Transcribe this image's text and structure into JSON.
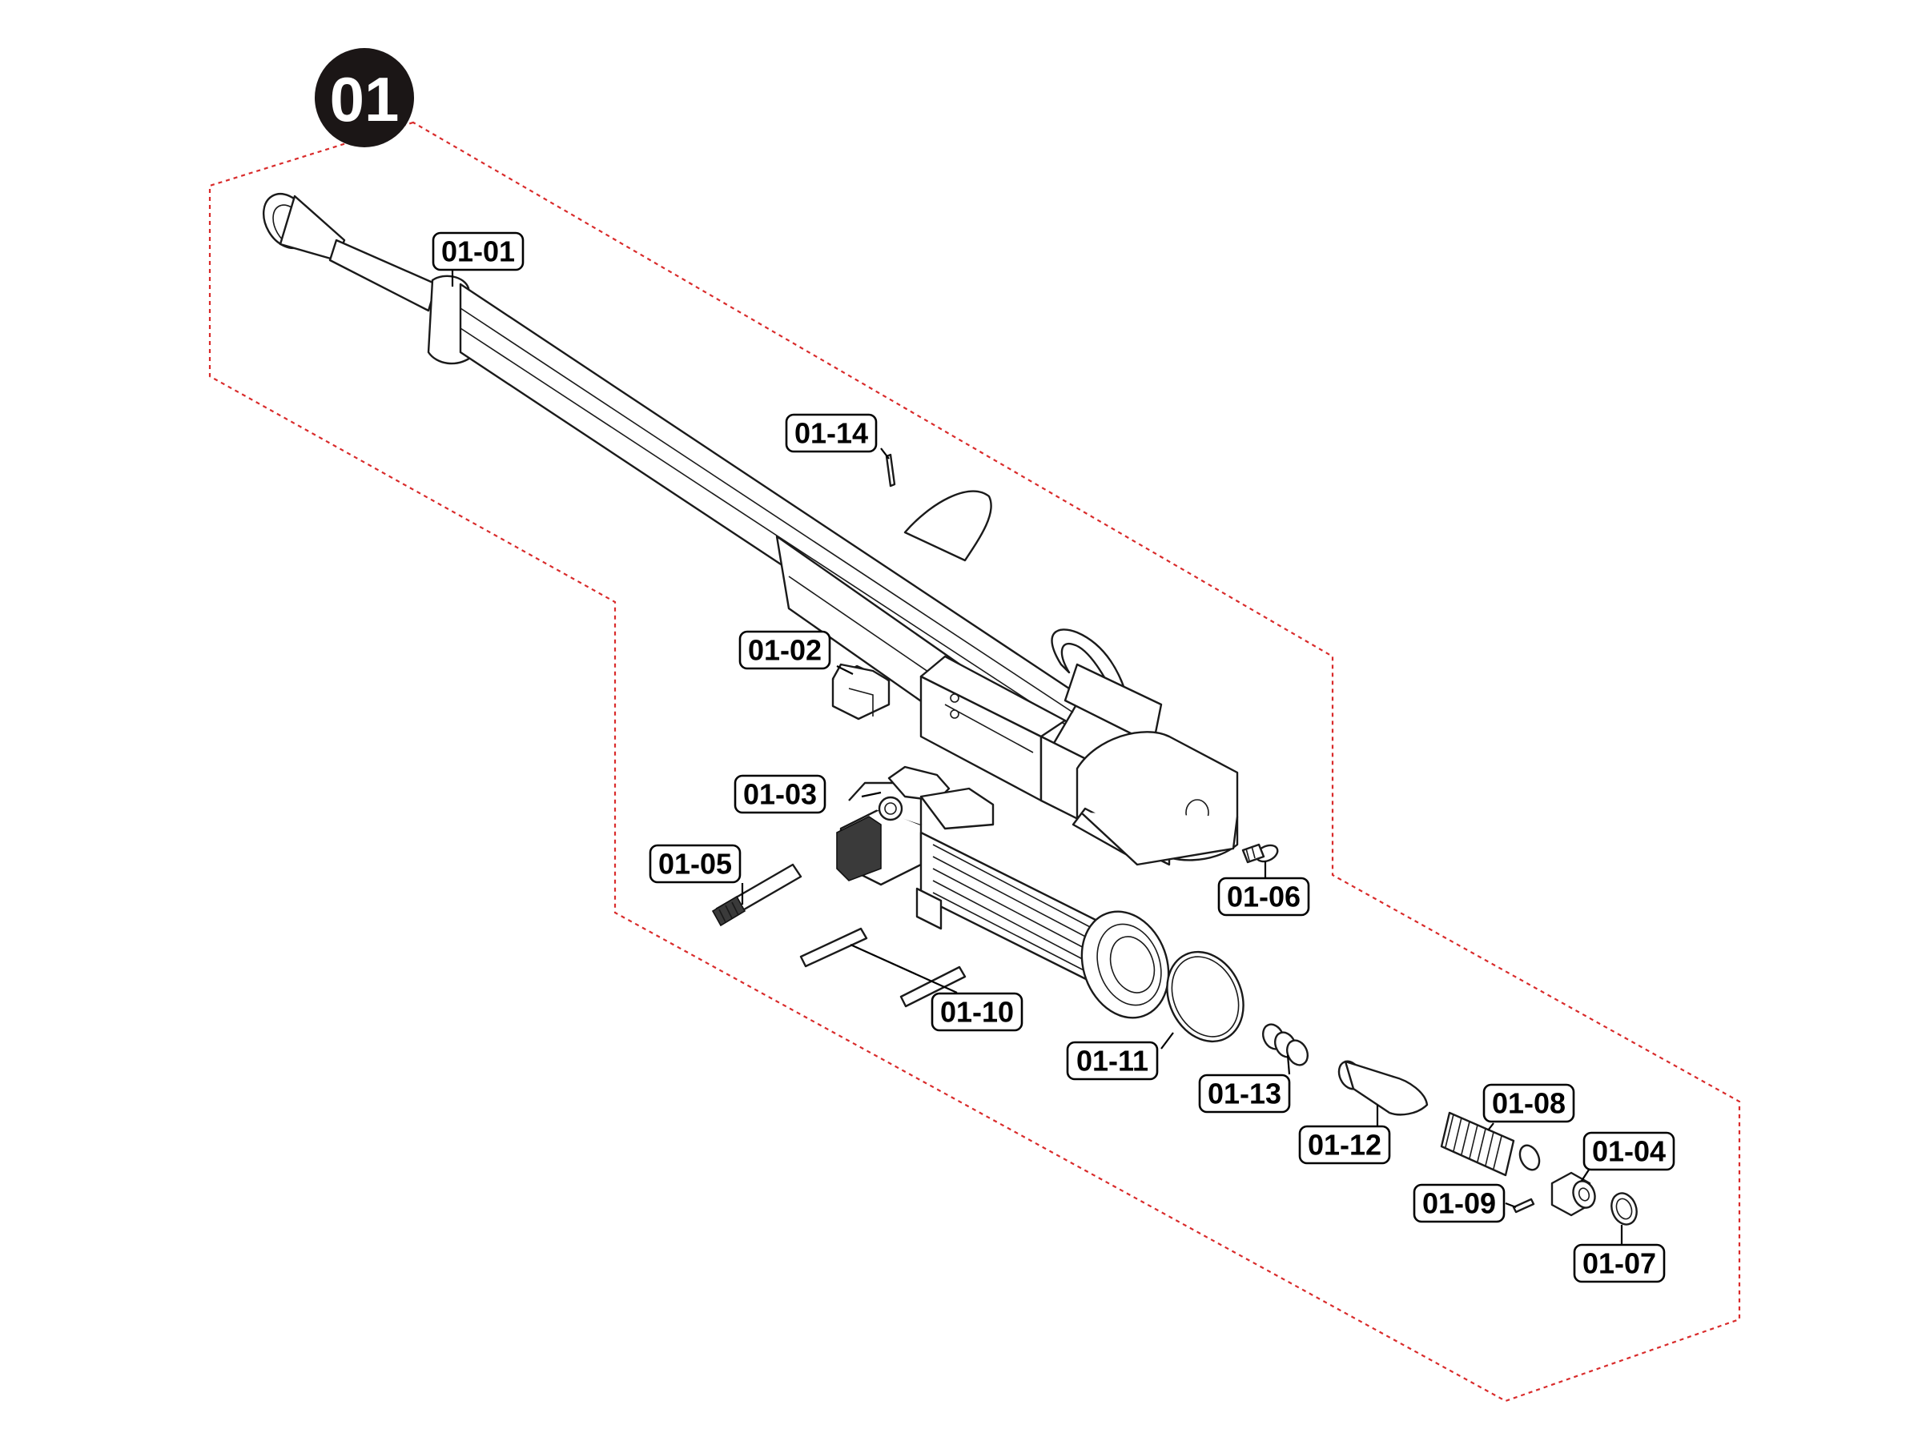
{
  "diagram": {
    "group_badge": "01",
    "border_color": "#d92b2b",
    "part_labels": {
      "p0101": "01-01",
      "p0102": "01-02",
      "p0103": "01-03",
      "p0104": "01-04",
      "p0105": "01-05",
      "p0106": "01-06",
      "p0107": "01-07",
      "p0108": "01-08",
      "p0109": "01-09",
      "p0110": "01-10",
      "p0111": "01-11",
      "p0112": "01-12",
      "p0113": "01-13",
      "p0114": "01-14"
    }
  }
}
